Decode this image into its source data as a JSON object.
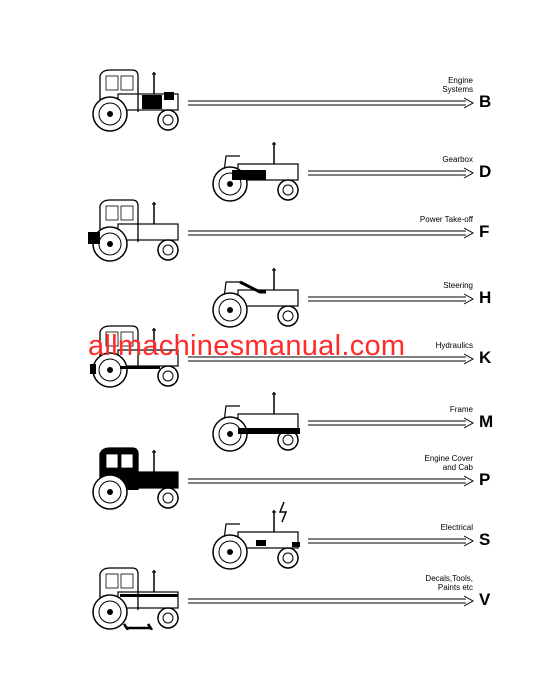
{
  "sections": [
    {
      "label": "Engine\nSystems",
      "letter": "B",
      "highlight": "engine"
    },
    {
      "label": "Gearbox",
      "letter": "D",
      "highlight": "gearbox"
    },
    {
      "label": "Power Take-off",
      "letter": "F",
      "highlight": "pto"
    },
    {
      "label": "Steering",
      "letter": "H",
      "highlight": "steering"
    },
    {
      "label": "Hydraulics",
      "letter": "K",
      "highlight": "hydraulics"
    },
    {
      "label": "Frame",
      "letter": "M",
      "highlight": "frame"
    },
    {
      "label": "Engine Cover\nand Cab",
      "letter": "P",
      "highlight": "cab"
    },
    {
      "label": "Electrical",
      "letter": "S",
      "highlight": "electrical"
    },
    {
      "label": "Decals,Tools,\nPaints etc",
      "letter": "V",
      "highlight": "decals"
    }
  ],
  "watermark": "allmachinesmanual.com",
  "watermark_color": "#ff2a2a"
}
